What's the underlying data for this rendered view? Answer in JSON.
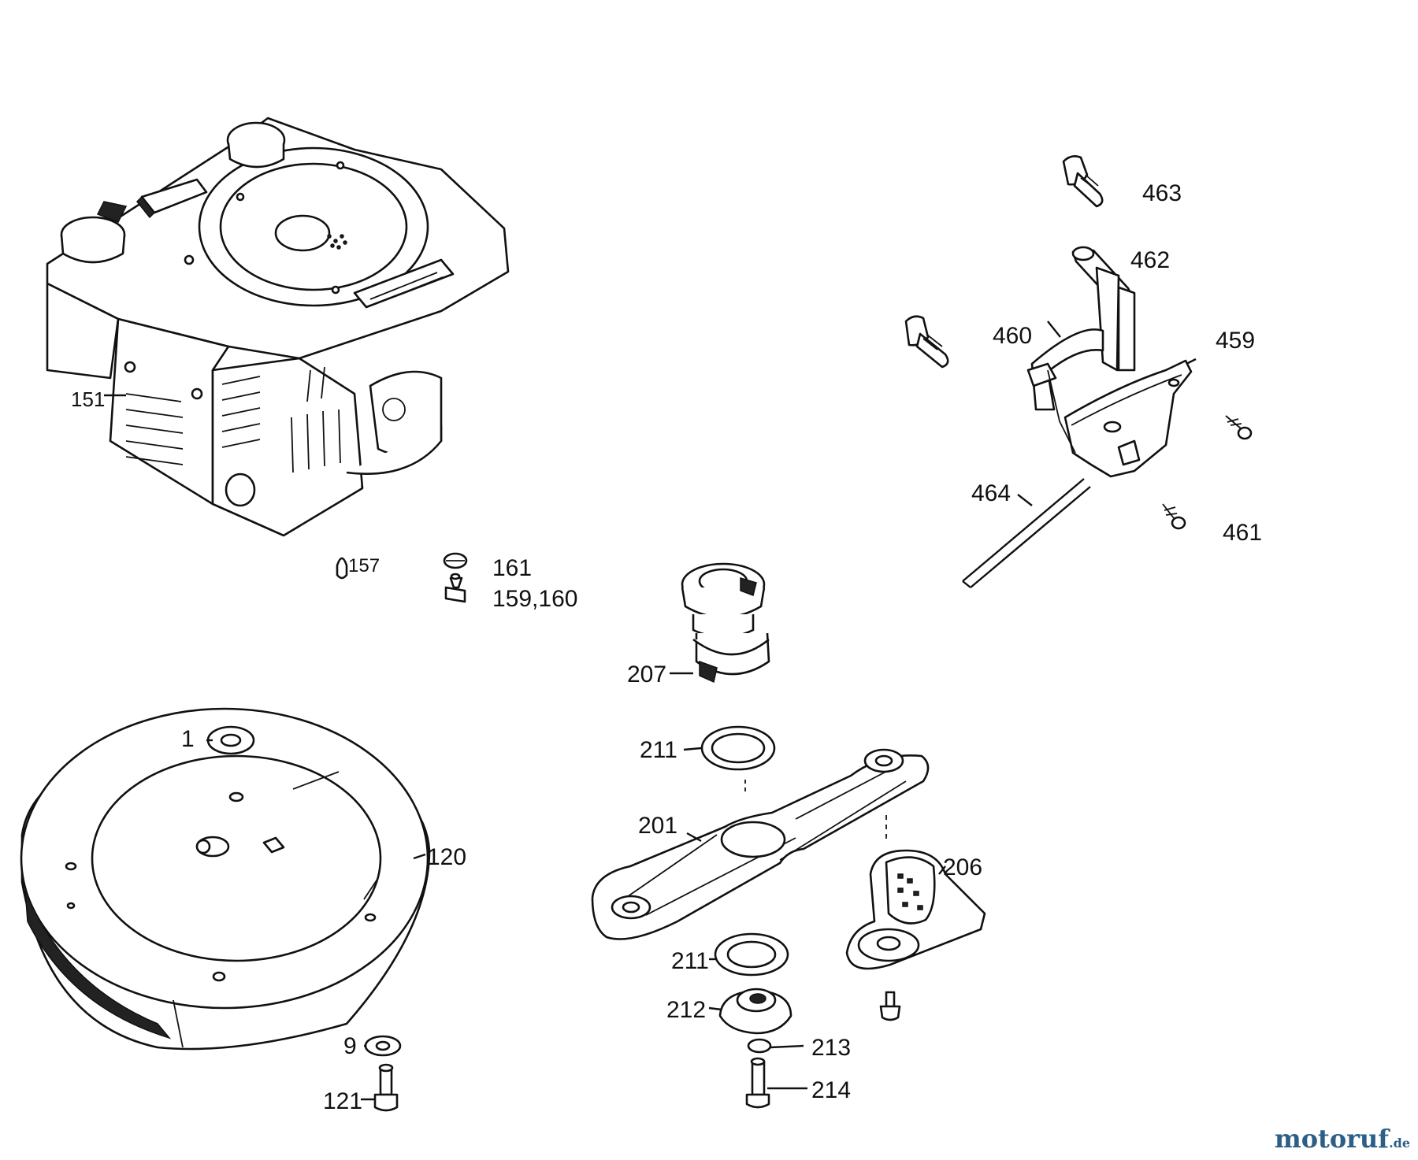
{
  "labels": {
    "p151": "151",
    "p157": "157",
    "p161": "161",
    "p159_160": "159,160",
    "p1": "1",
    "p120": "120",
    "p9": "9",
    "p121": "121",
    "p207": "207",
    "p211a": "211",
    "p201": "201",
    "p206": "206",
    "p211b": "211",
    "p212": "212",
    "p213": "213",
    "p214": "214",
    "p463": "463",
    "p462": "462",
    "p460": "460",
    "p459": "459",
    "p464": "464",
    "p461": "461"
  },
  "watermark": {
    "main": "motoruf",
    "suffix": ".de"
  },
  "colors": {
    "line": "#111111",
    "watermark": "#2d5e88"
  }
}
